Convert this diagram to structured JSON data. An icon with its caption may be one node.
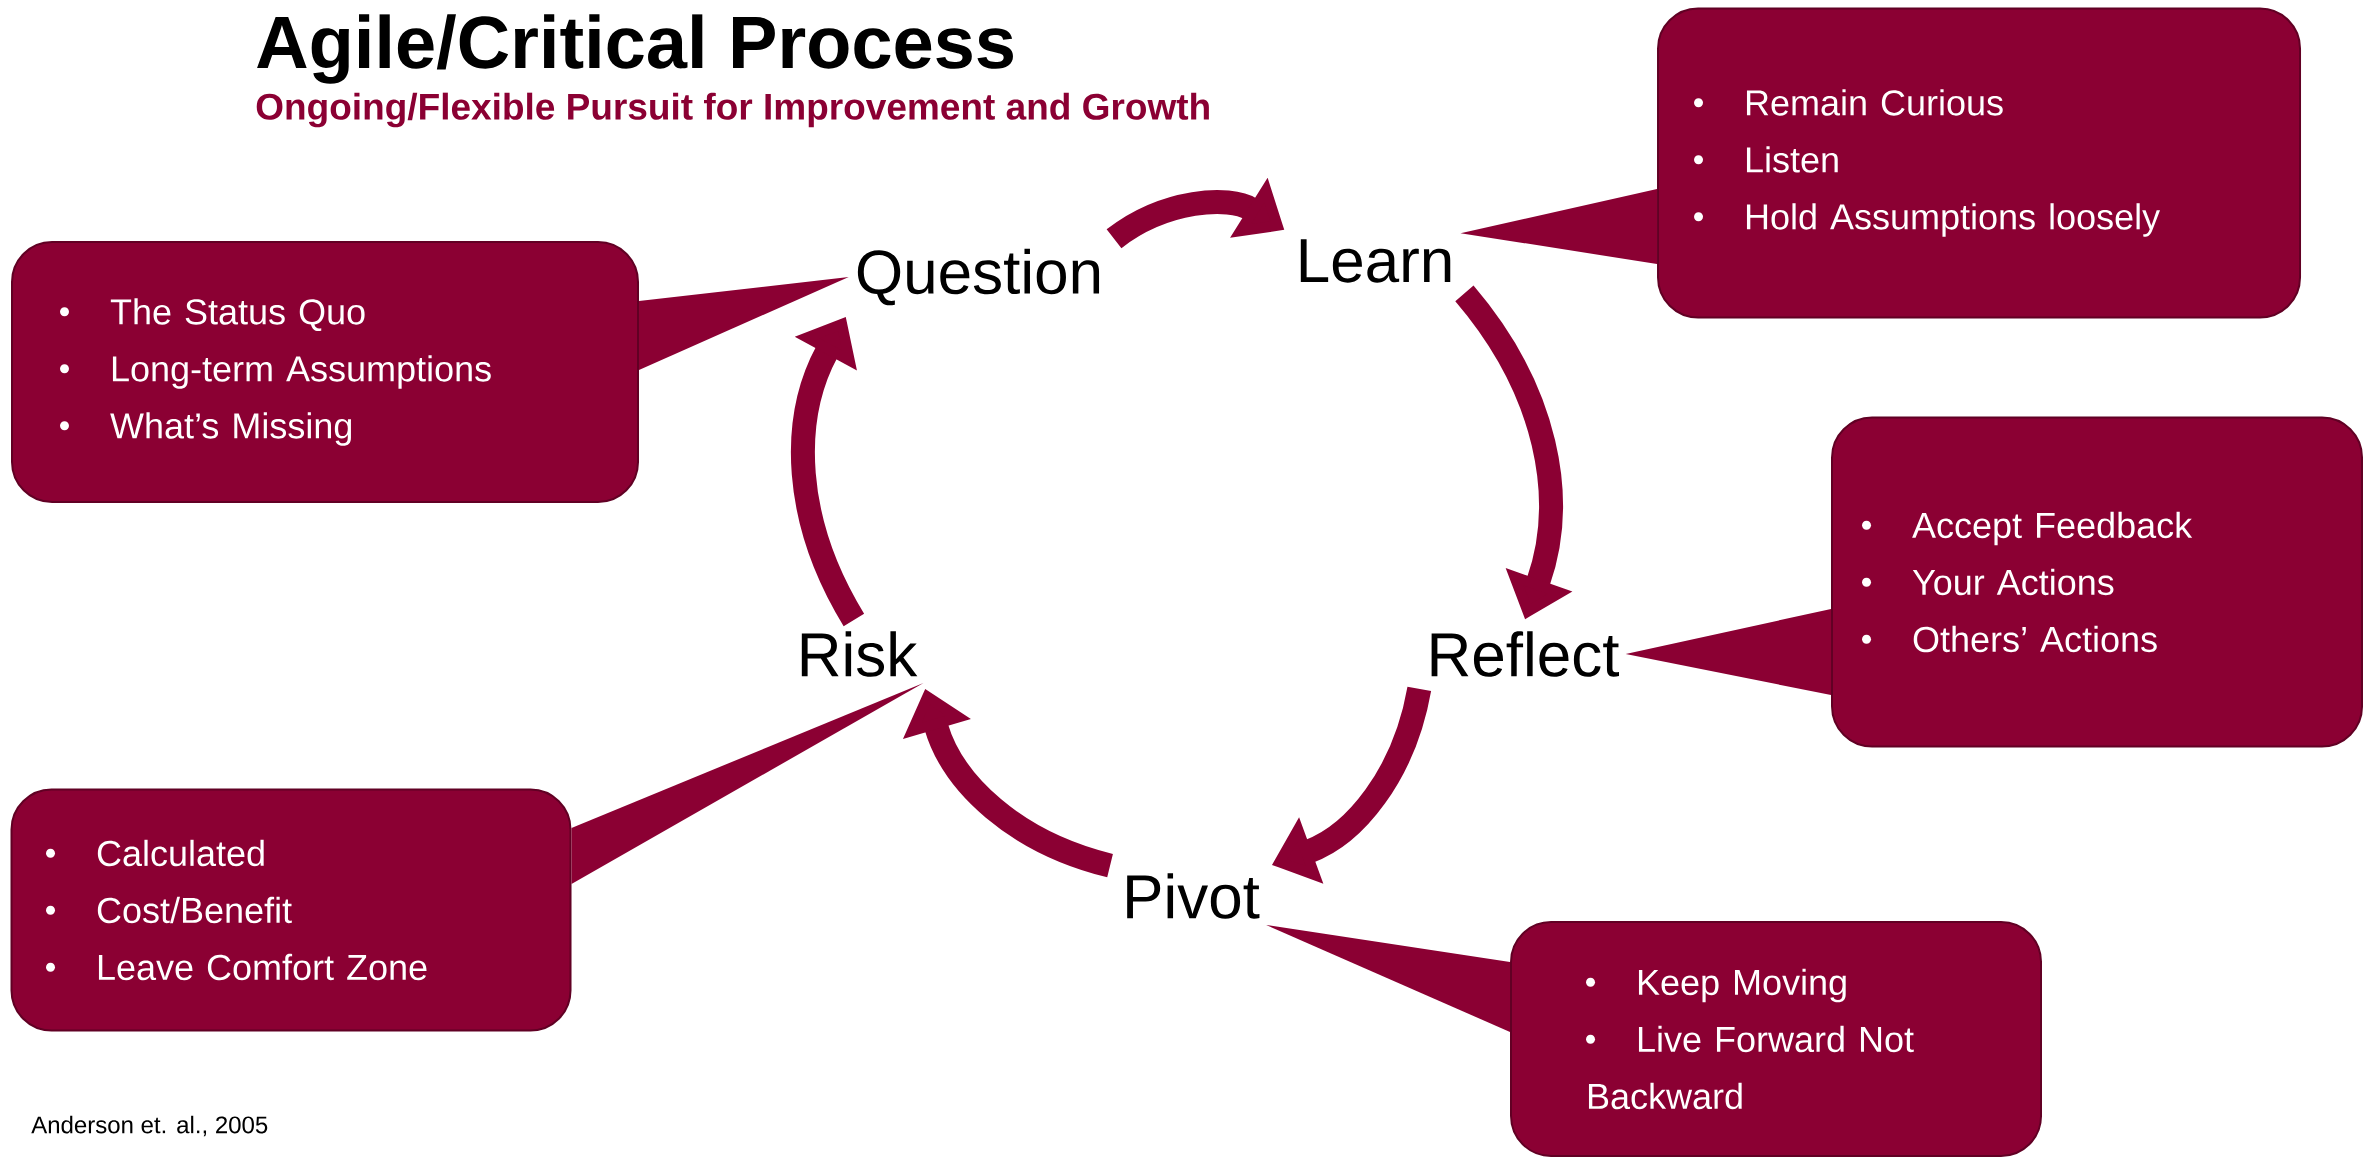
{
  "diagram": {
    "title": "Agile/Critical Process",
    "caption": "Anderson et. al., 2005",
    "labels": [
      "Ongoing/Flexible Pursuit for Improvement and Growth"
    ],
    "nodes": [
      {
        "text": [
          "Question"
        ]
      },
      {
        "text": [
          "Learn"
        ]
      },
      {
        "text": [
          "Reflect"
        ]
      },
      {
        "text": [
          "Pivot"
        ]
      },
      {
        "text": [
          "Risk"
        ]
      },
      {
        "text": [
          "The Status Quo",
          "Long-term Assumptions",
          "What’s Missing"
        ]
      },
      {
        "text": [
          "Remain Curious",
          "Listen",
          "Hold Assumptions loosely"
        ]
      },
      {
        "text": [
          "Accept Feedback",
          "Your Actions",
          "Others’ Actions"
        ]
      },
      {
        "text": [
          "Keep Moving",
          "Live Forward Not Backward"
        ]
      },
      {
        "text": [
          "Calculated",
          "Cost/Benefit",
          "Leave Comfort Zone"
        ]
      }
    ],
    "edges": [
      {
        "from": 0,
        "to": 1,
        "arrow": "to"
      },
      {
        "from": 1,
        "to": 2,
        "arrow": "to"
      },
      {
        "from": 2,
        "to": 3,
        "arrow": "to"
      },
      {
        "from": 3,
        "to": 4,
        "arrow": "to"
      },
      {
        "from": 4,
        "to": 0,
        "arrow": "to"
      },
      {
        "from": 5,
        "to": 0,
        "arrow": "none"
      },
      {
        "from": 6,
        "to": 1,
        "arrow": "none"
      },
      {
        "from": 7,
        "to": 2,
        "arrow": "none"
      },
      {
        "from": 8,
        "to": 3,
        "arrow": "none"
      },
      {
        "from": 9,
        "to": 4,
        "arrow": "none"
      }
    ]
  }
}
